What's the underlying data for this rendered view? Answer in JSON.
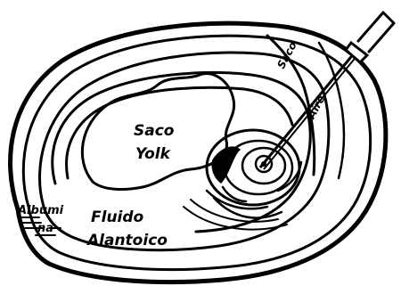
{
  "diagram": {
    "labels": {
      "yolk_line1": "Saco",
      "yolk_line2": "Yolk",
      "air_line1": "Saco",
      "air_line2": "Aire",
      "albumen_line1": "Albumi",
      "albumen_line2": "na",
      "allantoic_line1": "Fluido",
      "allantoic_line2": "Alantoico"
    },
    "colors": {
      "ink": "#000000",
      "background": "#ffffff"
    }
  }
}
